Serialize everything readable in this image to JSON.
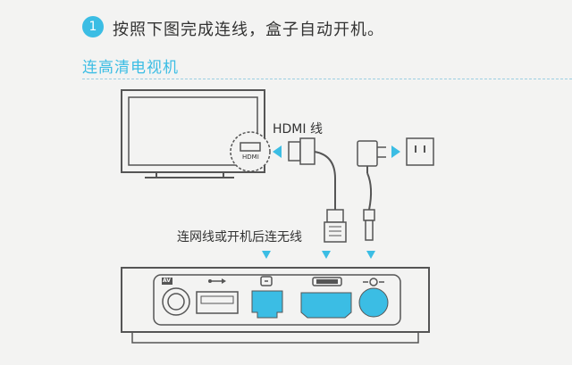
{
  "step": {
    "number": "1",
    "text": "按照下图完成连线，盒子自动开机。"
  },
  "section_title": "连高清电视机",
  "labels": {
    "hdmi_cable": "HDMI 线",
    "tv_port": "HDMI",
    "network_note": "连网线或开机后连无线",
    "av_port": "AV"
  },
  "colors": {
    "accent": "#3bbde4",
    "line": "#555555"
  },
  "icons": [
    "usb-icon",
    "ethernet-icon",
    "hdmi-icon",
    "power-icon",
    "arrow-icon",
    "outlet-icon"
  ]
}
